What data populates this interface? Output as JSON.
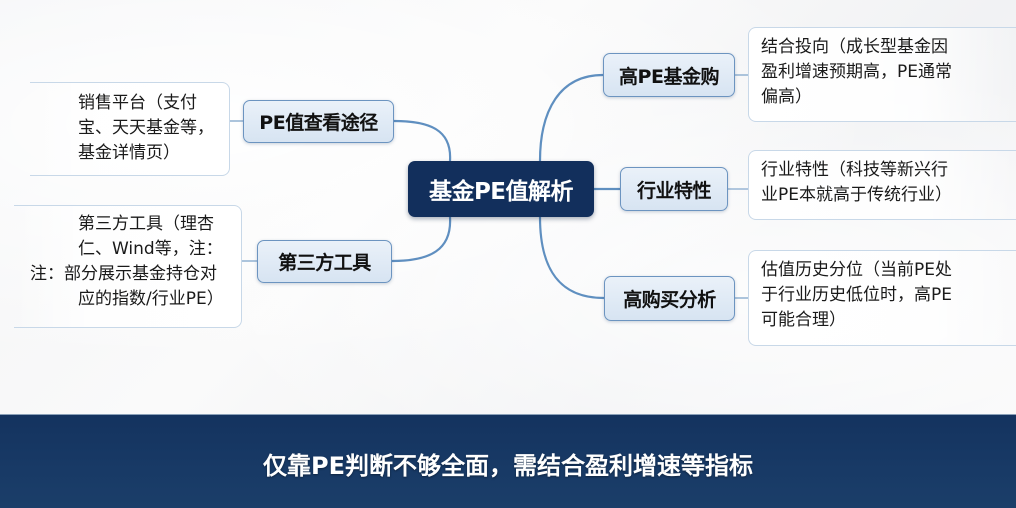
{
  "mindmap": {
    "center": {
      "label": "基金PE值解析"
    },
    "left_branches": [
      {
        "label": "PE值查看途径",
        "detail_lines": [
          "销售平台（支付",
          "宝、天天基金等，",
          "基金详情页）"
        ]
      },
      {
        "label": "第三方工具",
        "detail_lines": [
          "第三方工具（理杏",
          "仁、Wind等，注：",
          "注：部分展示基金持仓对",
          "应的指数/行业PE）"
        ]
      }
    ],
    "right_branches": [
      {
        "label": "高PE基金购",
        "detail_lines": [
          "结合投向（成长型基金因",
          "盈利增速预期高，PE通常",
          "偏高）"
        ]
      },
      {
        "label": "行业特性",
        "detail_lines": [
          "行业特性（科技等新兴行",
          "业PE本就高于传统行业）"
        ]
      },
      {
        "label": "高购买分析",
        "detail_lines": [
          "估值历史分位（当前PE处",
          "于行业历史低位时，高PE",
          "可能合理）"
        ]
      }
    ]
  },
  "footer": {
    "banner_text": "仅靠PE判断不够全面，需结合盈利增速等指标"
  },
  "colors": {
    "center_fill": "#122f5c",
    "branch_fill": "#dce7f3",
    "branch_border": "#6c94c0",
    "connector": "#5f8fc0",
    "banner_fill": "#17365f",
    "banner_text": "#ffffff"
  }
}
